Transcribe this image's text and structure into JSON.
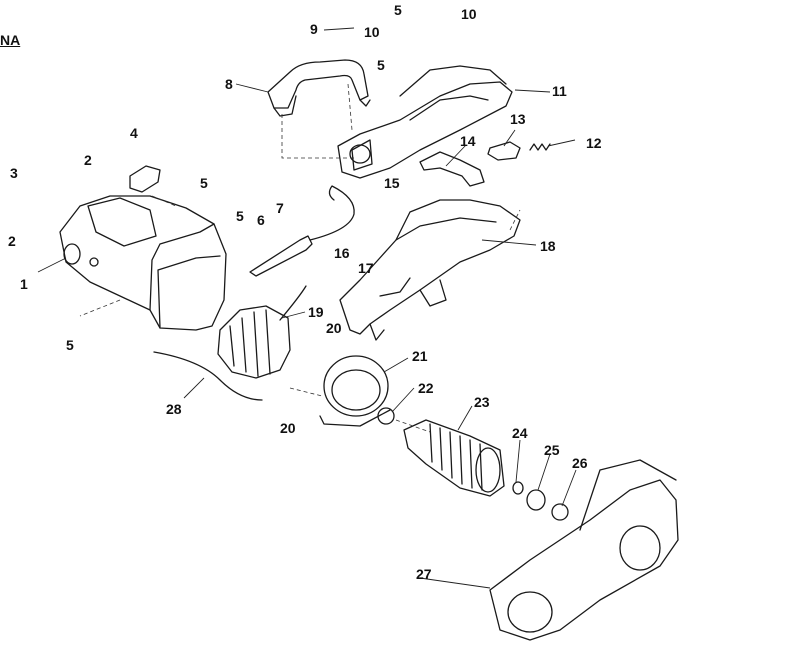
{
  "title": "NA",
  "callouts": [
    {
      "id": "c1",
      "label": "1"
    },
    {
      "id": "c2a",
      "label": "2"
    },
    {
      "id": "c2b",
      "label": "2"
    },
    {
      "id": "c3",
      "label": "3"
    },
    {
      "id": "c4",
      "label": "4"
    },
    {
      "id": "c5a",
      "label": "5"
    },
    {
      "id": "c5b",
      "label": "5"
    },
    {
      "id": "c5c",
      "label": "5"
    },
    {
      "id": "c5d",
      "label": "5"
    },
    {
      "id": "c5e",
      "label": "5"
    },
    {
      "id": "c6",
      "label": "6"
    },
    {
      "id": "c7",
      "label": "7"
    },
    {
      "id": "c8",
      "label": "8"
    },
    {
      "id": "c9",
      "label": "9"
    },
    {
      "id": "c10a",
      "label": "10"
    },
    {
      "id": "c10b",
      "label": "10"
    },
    {
      "id": "c11",
      "label": "11"
    },
    {
      "id": "c12",
      "label": "12"
    },
    {
      "id": "c13",
      "label": "13"
    },
    {
      "id": "c14",
      "label": "14"
    },
    {
      "id": "c15",
      "label": "15"
    },
    {
      "id": "c16",
      "label": "16"
    },
    {
      "id": "c17",
      "label": "17"
    },
    {
      "id": "c18",
      "label": "18"
    },
    {
      "id": "c19",
      "label": "19"
    },
    {
      "id": "c20a",
      "label": "20"
    },
    {
      "id": "c20b",
      "label": "20"
    },
    {
      "id": "c21",
      "label": "21"
    },
    {
      "id": "c22",
      "label": "22"
    },
    {
      "id": "c23",
      "label": "23"
    },
    {
      "id": "c24",
      "label": "24"
    },
    {
      "id": "c25",
      "label": "25"
    },
    {
      "id": "c26",
      "label": "26"
    },
    {
      "id": "c27",
      "label": "27"
    },
    {
      "id": "c28",
      "label": "28"
    }
  ]
}
